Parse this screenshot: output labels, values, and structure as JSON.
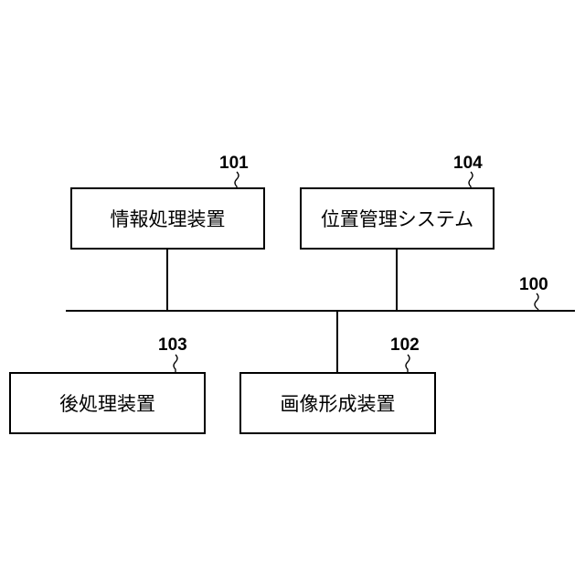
{
  "boxes": {
    "info_processing": {
      "label": "情報処理装置",
      "ref": "101"
    },
    "position_mgmt": {
      "label": "位置管理システム",
      "ref": "104"
    },
    "post_processing": {
      "label": "後処理装置",
      "ref": "103"
    },
    "image_forming": {
      "label": "画像形成装置",
      "ref": "102"
    }
  },
  "network": {
    "ref": "100"
  }
}
